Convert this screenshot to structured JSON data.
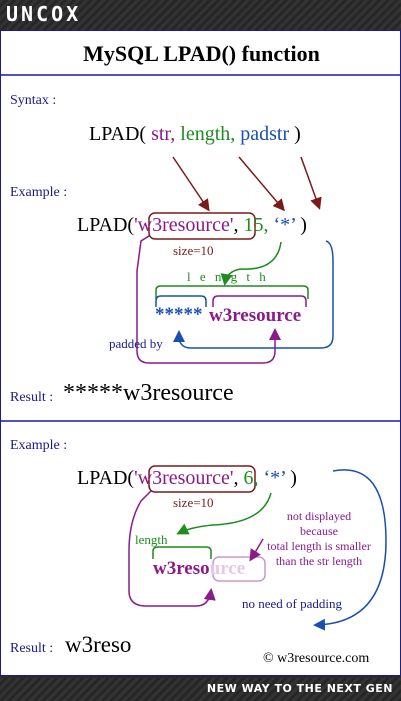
{
  "header": {
    "logo": "UNCOX",
    "title": "MySQL LPAD() function",
    "tagline": "NEW WAY TO THE NEXT GEN"
  },
  "syntax": {
    "label": "Syntax :",
    "fn": "LPAD(",
    "str": "str,",
    "length": "length,",
    "padstr": "padstr",
    "close": ")"
  },
  "example1": {
    "label": "Example :",
    "fn": "LPAD(",
    "str": "'w3resource'",
    "comma1": ",",
    "length": "15,",
    "padstr": "‘*’",
    "close": ")",
    "size_label": "size=10",
    "length_word": "l e n g t h",
    "pad_chars": "*****",
    "result_str": "w3resource",
    "padded_by": "padded by",
    "result_label": "Result :",
    "result_value": "*****w3resource"
  },
  "example2": {
    "label": "Example :",
    "fn": "LPAD(",
    "str": "'w3resource'",
    "comma1": ",",
    "length": "6,",
    "padstr": "‘*’",
    "close": ")",
    "size_label": "size=10",
    "length_word": "length",
    "kept": "w3reso",
    "cut": "urce",
    "note_lines": [
      "not displayed",
      "because",
      "total length is smaller",
      "than the str length"
    ],
    "no_padding": "no need of padding",
    "result_label": "Result :",
    "result_value": "w3reso",
    "copyright": "© w3resource.com"
  },
  "colors": {
    "navy": "#1a1a8c",
    "purple": "#8b1a8b",
    "green": "#1e8c1e",
    "blue": "#1a4fb0",
    "maroon": "#7a1a1a",
    "blue_border": "#1a1aa0"
  }
}
